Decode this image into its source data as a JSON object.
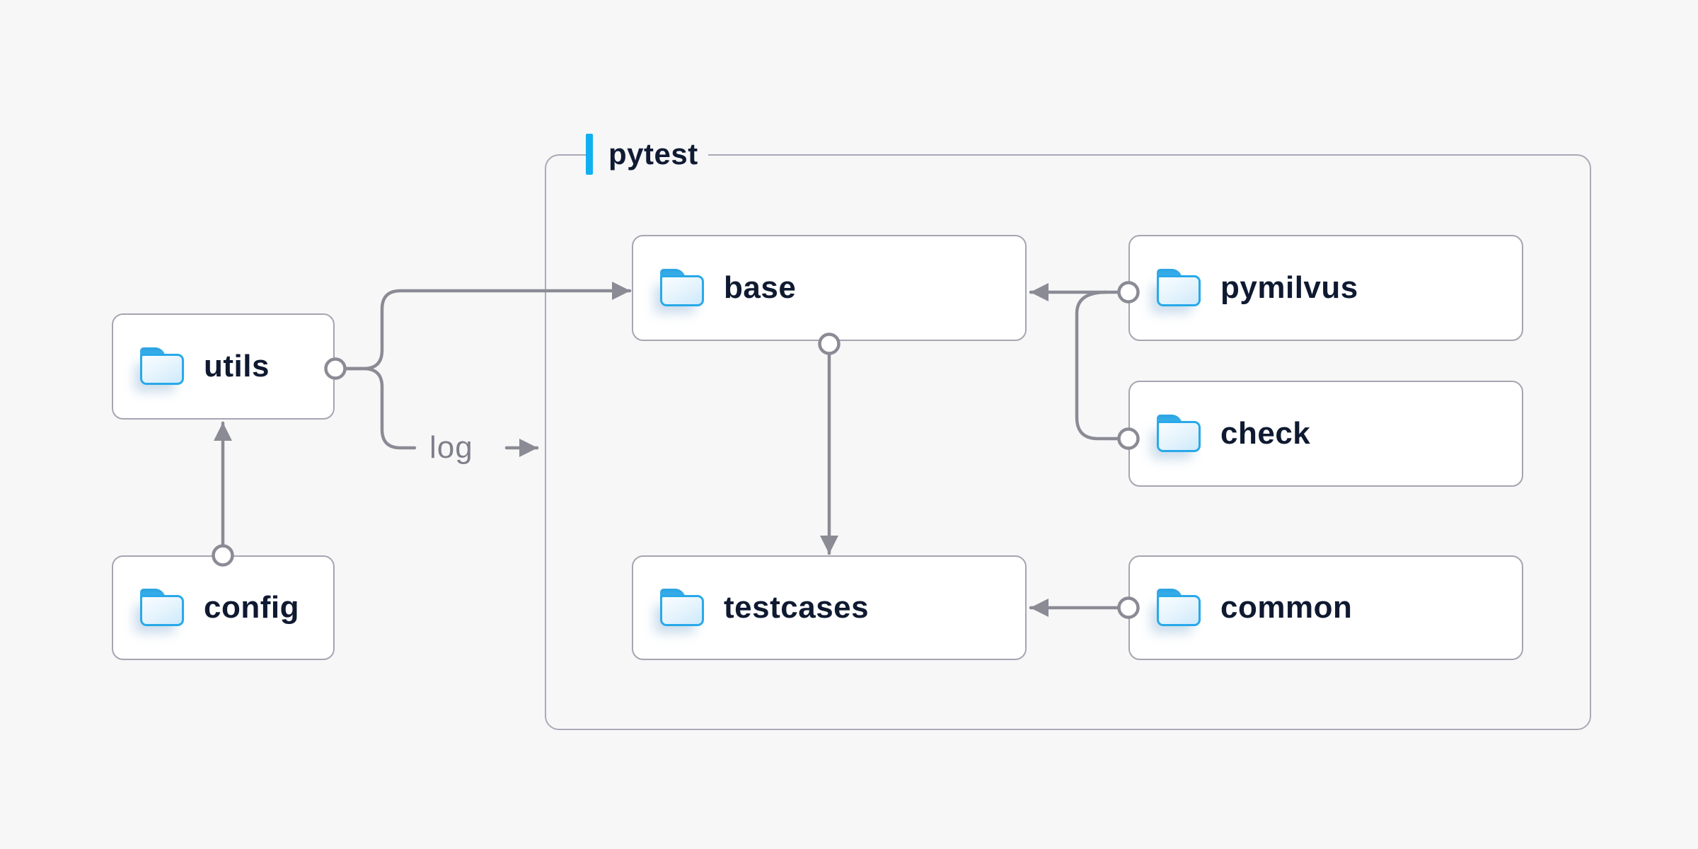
{
  "diagram": {
    "container": {
      "label": "pytest"
    },
    "nodes": [
      {
        "id": "utils",
        "label": "utils",
        "icon": "folder-icon",
        "inside_container": false
      },
      {
        "id": "config",
        "label": "config",
        "icon": "folder-icon",
        "inside_container": false
      },
      {
        "id": "base",
        "label": "base",
        "icon": "folder-icon",
        "inside_container": true
      },
      {
        "id": "testcases",
        "label": "testcases",
        "icon": "folder-icon",
        "inside_container": true
      },
      {
        "id": "pymilvus",
        "label": "pymilvus",
        "icon": "folder-icon",
        "inside_container": true
      },
      {
        "id": "check",
        "label": "check",
        "icon": "folder-icon",
        "inside_container": true
      },
      {
        "id": "common",
        "label": "common",
        "icon": "folder-icon",
        "inside_container": true
      }
    ],
    "log_label": "log",
    "edges": [
      {
        "from": "config",
        "to": "utils",
        "arrow": true,
        "style": "straight-up"
      },
      {
        "from": "utils",
        "to": "base",
        "arrow": true,
        "style": "branch-up-right"
      },
      {
        "from": "utils",
        "to": "log",
        "arrow": true,
        "style": "branch-down-right"
      },
      {
        "from": "base",
        "to": "testcases",
        "arrow": true,
        "style": "straight-down"
      },
      {
        "from": "pymilvus",
        "to": "base",
        "arrow": true,
        "style": "straight-left"
      },
      {
        "from": "pymilvus",
        "to": "check",
        "arrow": false,
        "style": "curve-down"
      },
      {
        "from": "common",
        "to": "testcases",
        "arrow": true,
        "style": "straight-left"
      }
    ],
    "colors": {
      "background": "#f7f7f8",
      "node_fill": "#ffffff",
      "node_border": "#a6a5b1",
      "container_border": "#abaab6",
      "connector_gray": "#8b8b95",
      "accent_blue": "#10b0f0",
      "folder_blue": "#28a9e9",
      "text_dark": "#0f1a31",
      "log_text_gray": "#7f7f8b"
    }
  }
}
